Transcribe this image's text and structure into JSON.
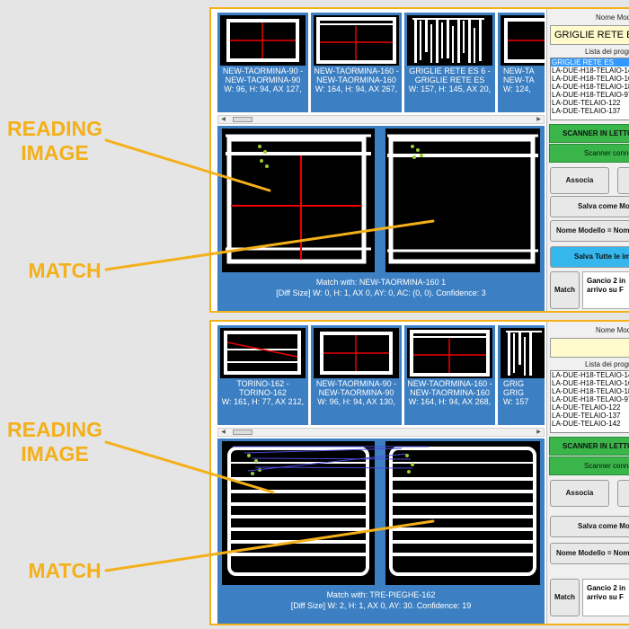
{
  "callouts": {
    "reading_1": "READING",
    "image_1": "IMAGE",
    "match_1": "MATCH",
    "reading_2": "READING",
    "image_2": "IMAGE",
    "match_2": "MATCH"
  },
  "colors": {
    "accent": "#f4b01a",
    "panel_blue": "#3c7fc2",
    "green": "#39b54a",
    "cyan": "#35b6ec",
    "name_bg": "#fffbcc"
  },
  "panel1": {
    "thumbs": [
      {
        "l1": "NEW-TAORMINA-90 -",
        "l2": "NEW-TAORMINA-90",
        "l3": "W: 96, H: 94, AX 127,"
      },
      {
        "l1": "NEW-TAORMINA-160 -",
        "l2": "NEW-TAORMINA-160",
        "l3": "W: 164, H: 94, AX 267,"
      },
      {
        "l1": "GRIGLIE RETE ES 6 -",
        "l2": "GRIGLIE RETE ES",
        "l3": "W: 157, H: 145, AX 20,"
      },
      {
        "l1": "NEW-TA",
        "l2": "NEW-TA",
        "l3": "W: 124,"
      }
    ],
    "match_line1": "Match with: NEW-TAORMINA-160 1",
    "match_line2": "[Diff Size] W: 0, H: 1, AX 0, AY: 0, AC: (0, 0). Confidence: 3",
    "right": {
      "model_label": "Nome Modello",
      "model_name": "GRIGLIE RETE ES",
      "list_label": "Lista dei programmi",
      "list": [
        "GRIGLIE RETE ES",
        "LA-DUE-H18-TELAIO-14",
        "LA-DUE-H18-TELAIO-16",
        "LA-DUE-H18-TELAIO-18",
        "LA-DUE-H18-TELAIO-97",
        "LA-DUE-TELAIO-122",
        "LA-DUE-TELAIO-137"
      ],
      "scanner_title": "SCANNER IN LETTURA",
      "scanner_sub": "Scanner connesso",
      "associa": "Associa",
      "salva_modello": "Salva come Modello",
      "nome_modello": "Nome Modello = Nome",
      "salva_tutte": "Salva Tutte le immagini",
      "match_btn": "Match",
      "ganci_1": "Gancio 2 in",
      "ganci_2": "arrivo su F"
    }
  },
  "panel2": {
    "thumbs": [
      {
        "l1": "TORINO-162 -",
        "l2": "TORINO-162",
        "l3": "W: 161, H: 77, AX 212,"
      },
      {
        "l1": "NEW-TAORMINA-90 -",
        "l2": "NEW-TAORMINA-90",
        "l3": "W: 96, H: 94, AX 130,"
      },
      {
        "l1": "NEW-TAORMINA-160 -",
        "l2": "NEW-TAORMINA-160",
        "l3": "W: 164, H: 94, AX 268,"
      },
      {
        "l1": "GRIG",
        "l2": "GRIG",
        "l3": "W: 157"
      }
    ],
    "match_line1": "Match with: TRE-PIEGHE-162",
    "match_line2": "[Diff Size] W: 2, H: 1, AX 0, AY: 30. Confidence: 19",
    "right": {
      "model_label": "Nome Modello",
      "model_name": "",
      "list_label": "Lista dei programmi",
      "list": [
        "LA-DUE-H18-TELAIO-14",
        "LA-DUE-H18-TELAIO-16",
        "LA-DUE-H18-TELAIO-18",
        "LA-DUE-H18-TELAIO-97",
        "LA-DUE-TELAIO-122",
        "LA-DUE-TELAIO-137",
        "LA-DUE-TELAIO-142"
      ],
      "scanner_title": "SCANNER IN LETTURA",
      "scanner_sub": "Scanner connesso",
      "associa": "Associa",
      "salva_modello": "Salva come Modello",
      "nome_modello": "Nome Modello = Nome",
      "match_btn": "Match",
      "ganci_1": "Gancio 2 in",
      "ganci_2": "arrivo su F"
    }
  }
}
